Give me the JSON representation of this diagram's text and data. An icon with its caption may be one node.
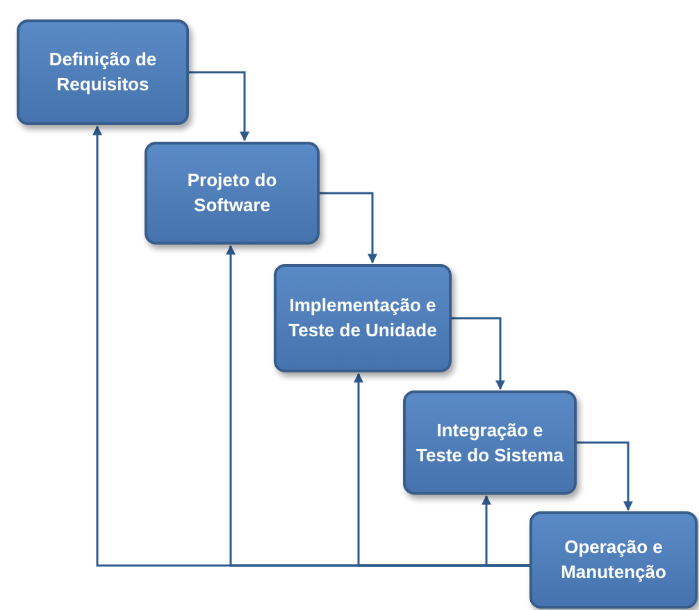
{
  "diagram": {
    "nodes": [
      {
        "text": [
          "Definição de Requisitos"
        ]
      },
      {
        "text": [
          "Projeto do Software"
        ]
      },
      {
        "text": [
          "Implementação e Teste de Unidade"
        ]
      },
      {
        "text": [
          "Integração e Teste do Sistema"
        ]
      },
      {
        "text": [
          "Operação e Manutenção"
        ]
      }
    ],
    "edges": [
      {
        "from": 0,
        "to": 1,
        "arrow": "to"
      },
      {
        "from": 1,
        "to": 2,
        "arrow": "to"
      },
      {
        "from": 2,
        "to": 3,
        "arrow": "to"
      },
      {
        "from": 3,
        "to": 4,
        "arrow": "to"
      },
      {
        "from": 4,
        "to": 0,
        "arrow": "to"
      },
      {
        "from": 4,
        "to": 1,
        "arrow": "to"
      },
      {
        "from": 4,
        "to": 2,
        "arrow": "to"
      },
      {
        "from": 4,
        "to": 3,
        "arrow": "to"
      }
    ]
  }
}
